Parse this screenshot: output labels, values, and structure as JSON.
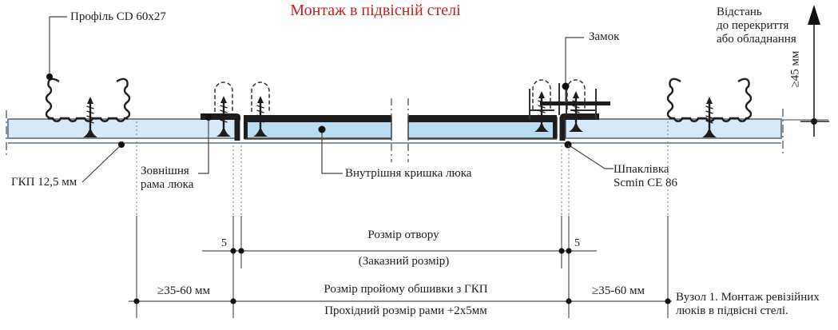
{
  "title": "Монтаж в підвісній стелі",
  "colors": {
    "title_red": "#c22020",
    "panel_fill": "#d6e9f8",
    "cover_fill": "#b9dcf2",
    "line_dark": "#1d1d1d",
    "dim_gray": "#555555"
  },
  "callouts": {
    "profile_cd": "Профіль CD 60x27",
    "gkp": "ГКП 12,5 мм",
    "outer_frame": "Зовнішня\nрама люка",
    "inner_cover": "Внутрішня кришка люка",
    "lock": "Замок",
    "putty": "Шпаклівка\nScmin CE 86",
    "clearance": "Відстань\nдо перекриття\nабо обладнання",
    "clearance_value": "≥45 мм"
  },
  "dimensions": {
    "gap_left": "5",
    "gap_right": "5",
    "opening_size": "Розмір отвору",
    "order_size": "(Заказний розмір)",
    "edge_margin_left": "≥35-60 мм",
    "edge_margin_right": "≥35-60 мм",
    "cladding_opening": "Розмір пройому обшивки з ГКП",
    "frame_passage": "Прохідний розмір рами +2х5мм"
  },
  "caption": "Вузол 1. Монтаж ревізійних\nлюків в підвісні стелі."
}
